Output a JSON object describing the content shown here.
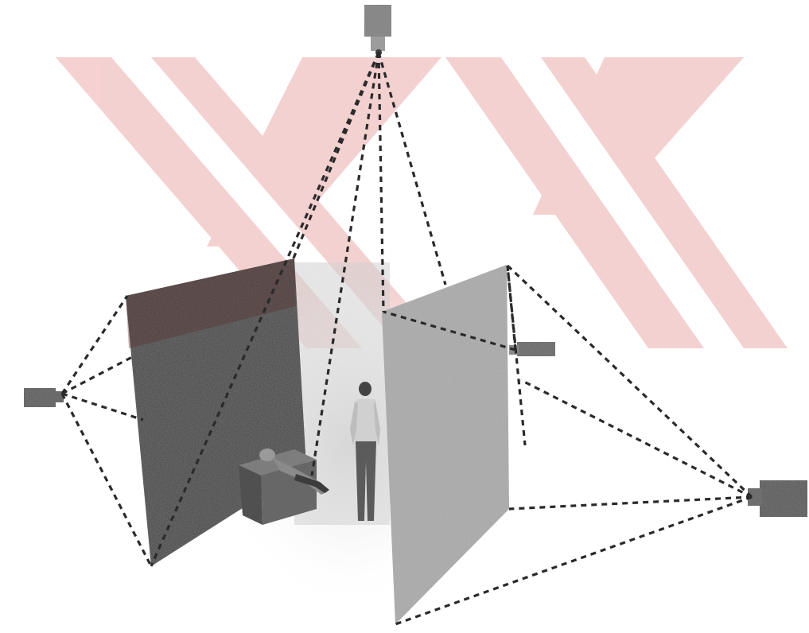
{
  "figure": {
    "description_visible_text": [],
    "watermark": {
      "shape": "large-x-logo",
      "color": "#f3c9c9"
    },
    "colors": {
      "left_screen": "#333333",
      "right_screen": "#a9a9a9",
      "beam_line": "#2a2a2a",
      "projector_body": "#6d6d6d",
      "floor_glow": "#e4e4e4"
    },
    "projectors": [
      {
        "id": "top"
      },
      {
        "id": "left"
      },
      {
        "id": "right-mid"
      },
      {
        "id": "right-far"
      }
    ],
    "screens": [
      {
        "id": "left-screen"
      },
      {
        "id": "right-screen"
      }
    ],
    "figures": [
      {
        "id": "standing-person"
      },
      {
        "id": "seated-person-on-box"
      }
    ]
  }
}
